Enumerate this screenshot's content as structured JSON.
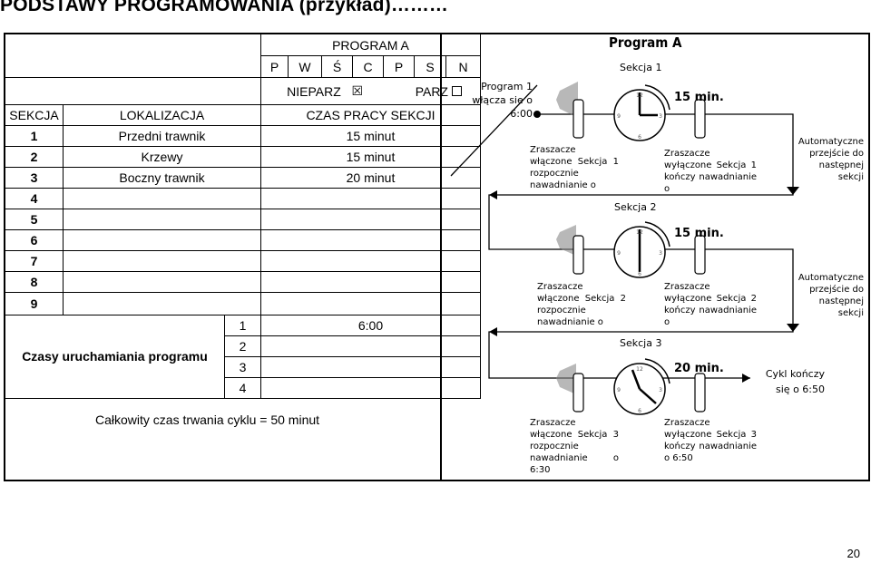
{
  "title": "PODSTAWY PROGRAMOWANIA (przykład)",
  "title_dots": "………",
  "program": {
    "header": "PROGRAM A",
    "days": [
      "P",
      "W",
      "Ś",
      "C",
      "P",
      "S",
      "N"
    ],
    "nieparz": "NIEPARZ",
    "parz": "PARZ",
    "nieparz_checked": "☒",
    "parz_checked": "",
    "col_sekcja": "SEKCJA",
    "col_lokalizacja": "LOKALIZACJA",
    "col_czas": "CZAS PRACY SEKCJI",
    "rows": [
      {
        "num": "1",
        "loc": "Przedni trawnik",
        "time": "15 minut"
      },
      {
        "num": "2",
        "loc": "Krzewy",
        "time": "15 minut"
      },
      {
        "num": "3",
        "loc": "Boczny trawnik",
        "time": "20 minut"
      },
      {
        "num": "4",
        "loc": "",
        "time": ""
      },
      {
        "num": "5",
        "loc": "",
        "time": ""
      },
      {
        "num": "6",
        "loc": "",
        "time": ""
      },
      {
        "num": "7",
        "loc": "",
        "time": ""
      },
      {
        "num": "8",
        "loc": "",
        "time": ""
      },
      {
        "num": "9",
        "loc": "",
        "time": ""
      }
    ],
    "start_label": "Czasy uruchamiania programu",
    "start_times": [
      {
        "num": "1",
        "time": "6:00"
      },
      {
        "num": "2",
        "time": ""
      },
      {
        "num": "3",
        "time": ""
      },
      {
        "num": "4",
        "time": ""
      }
    ],
    "total": "Całkowity czas trwania cyklu = 50 minut"
  },
  "diagram": {
    "title": "Program A",
    "program_start": "Program 1 włącza sie o 6:00",
    "sections": [
      {
        "label": "Sekcja 1",
        "minutes": "15 min.",
        "on_text": "Zraszacze włączone Sekcja 1 rozpocznie nawadnianie o",
        "off_text": "Zraszacze wyłączone Sekcja 1 kończy nawadnianie o",
        "next": "Automatyczne przejście do następnej sekcji"
      },
      {
        "label": "Sekcja 2",
        "minutes": "15 min.",
        "on_text": "Zraszacze włączone Sekcja 2 rozpocznie nawadnianie o",
        "off_text": "Zraszacze wyłączone Sekcja 2 kończy nawadnianie o",
        "next": "Automatyczne przejście do następnej sekcji"
      },
      {
        "label": "Sekcja 3",
        "minutes": "20 min.",
        "on_text": "Zraszacze włączone Sekcja 3 rozpocznie nawadnianie o 6:30",
        "off_text": "Zraszacze wyłączone Sekcja 3 kończy nawadnianie o 6:50",
        "next": "Cykl kończy się o 6:50"
      }
    ],
    "clock_numbers": [
      "12",
      "3",
      "6",
      "9"
    ]
  },
  "page_number": "20"
}
